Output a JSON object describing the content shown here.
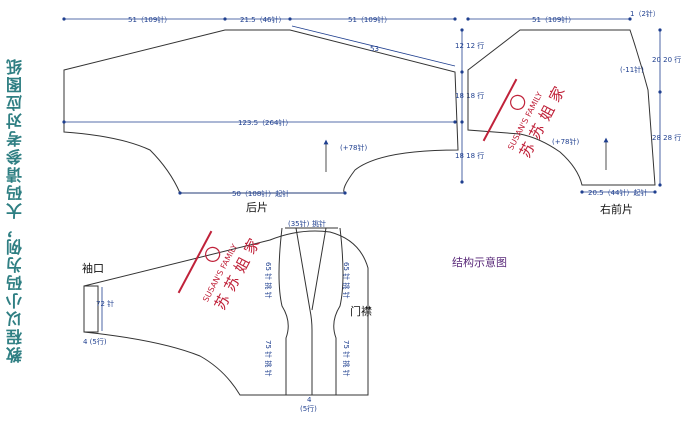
{
  "side_title": "教程以小码为例，大码请参考对应图纸",
  "pieces": {
    "back": {
      "label": "后片",
      "dims": {
        "top_left": "51（109针）",
        "top_mid": "21.5（46针）",
        "top_right": "51（109针）",
        "diagonal": "53",
        "center": "123.5（264针）",
        "underarm": "(+78针)",
        "bottom": "50（108针）起针",
        "right_top": "12 12 行",
        "right_mid": "18 18 行",
        "right_bottom": "18 18 行"
      }
    },
    "right_front": {
      "label": "右前片",
      "dims": {
        "top": "51（109针）",
        "top_small": "1（2针）",
        "neck": "(-11针)",
        "right_top": "20 20 行",
        "right_bottom": "28 28 行",
        "underarm": "(+78针)",
        "bottom": "20.5（44针）起针"
      }
    },
    "sleeve": {
      "label": "袖口",
      "dims": {
        "height": "72 针",
        "bottom": "4 (5行)"
      }
    },
    "placket": {
      "label": "门襟",
      "dims": {
        "top": "(35针)",
        "top_pick": "挑针",
        "left_upper": "65 针 挑 针",
        "right_upper": "65 针 挑 针",
        "left_lower": "75 针 挑 针",
        "right_lower": "75 针 挑 针",
        "bottom": "4",
        "bottom_rows": "(5行)"
      }
    }
  },
  "diagram_caption": "结构示意图",
  "watermark": {
    "brand_en": "SUSAN'S FAMILY",
    "brand_cn": "苏苏姐家"
  },
  "colors": {
    "title": "#2f7f83",
    "dimension": "#1f3f8f",
    "outline": "#333333",
    "watermark": "#c0223a"
  }
}
